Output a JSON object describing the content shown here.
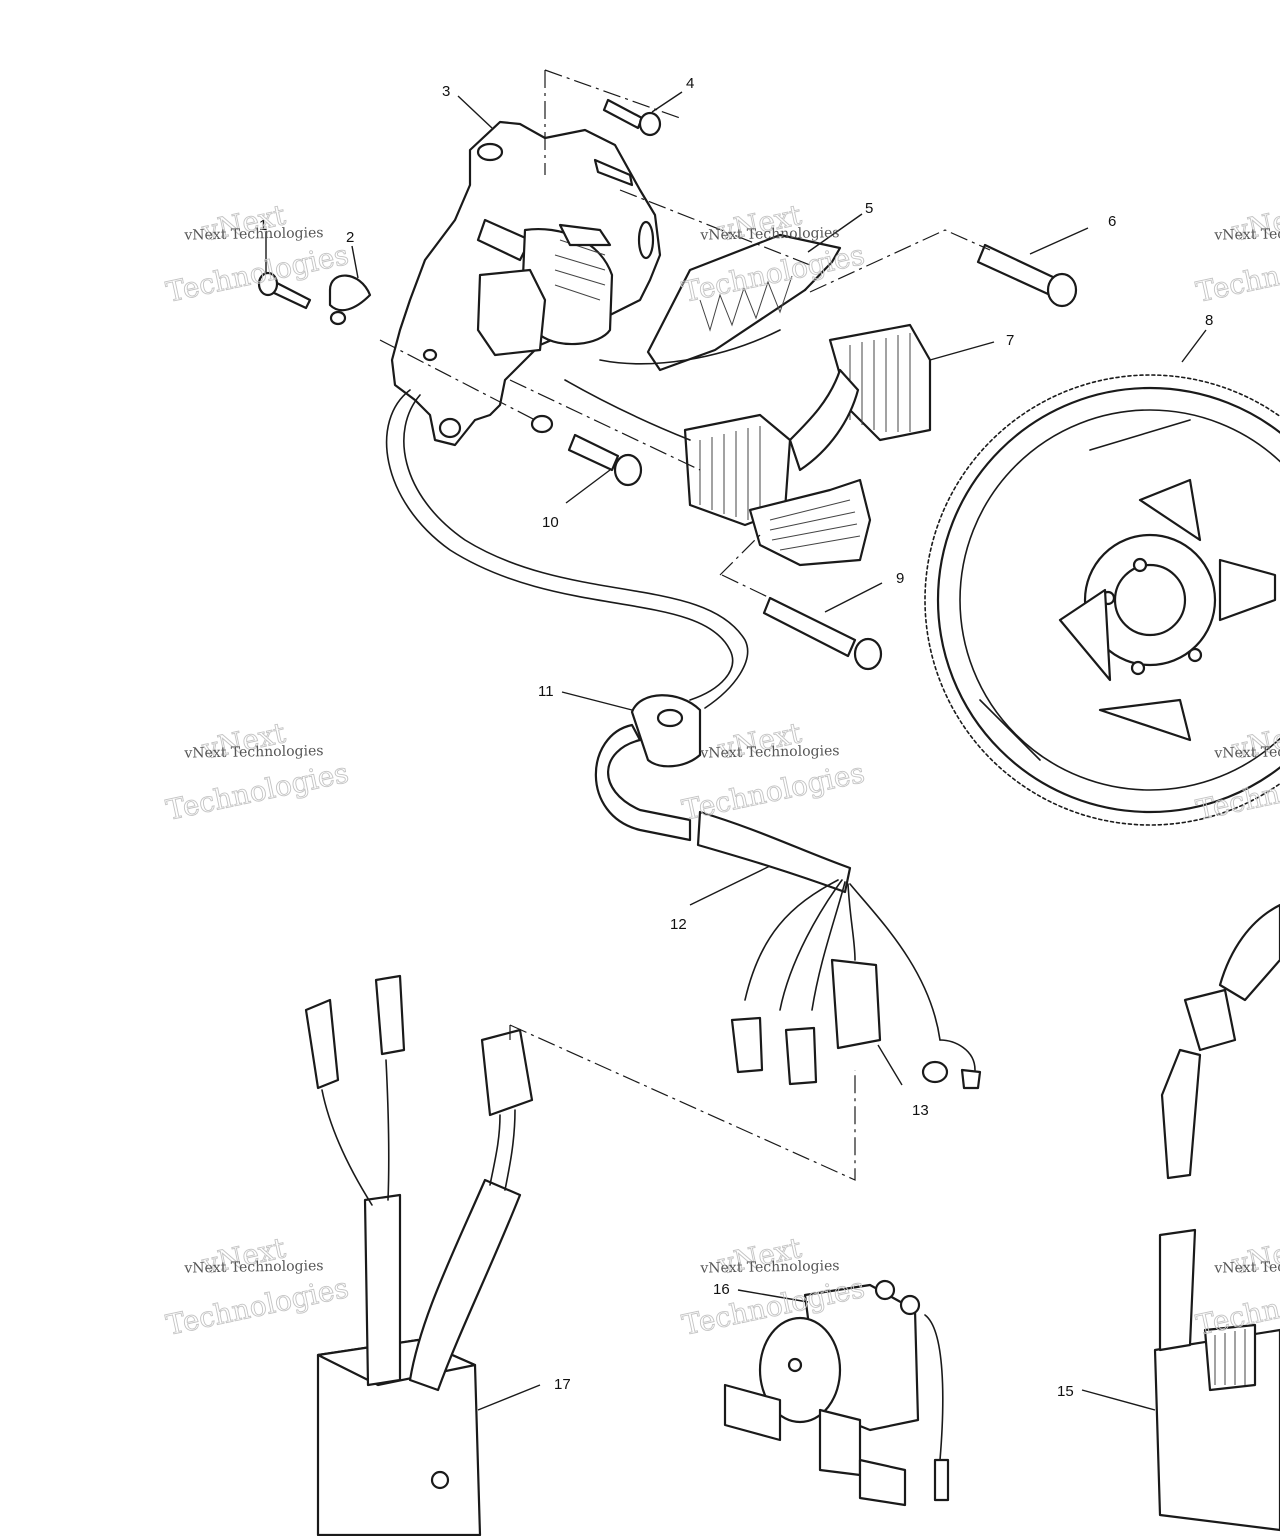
{
  "diagram": {
    "callouts": [
      "1",
      "2",
      "3",
      "4",
      "5",
      "6",
      "7",
      "8",
      "9",
      "10",
      "11",
      "12",
      "13",
      "15",
      "16",
      "17"
    ]
  },
  "watermark": {
    "line1": "vNext",
    "line2": "Technologies",
    "small": "vNext Technologies"
  }
}
